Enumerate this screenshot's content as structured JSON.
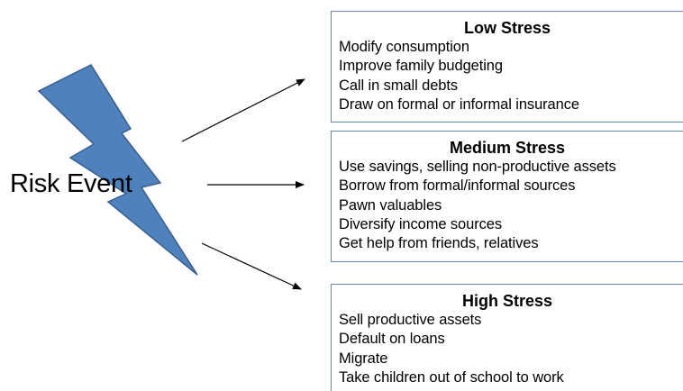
{
  "risk_event": {
    "label": "Risk Event",
    "bolt_color": "#4f81bd",
    "bolt_outline": "#3b5f8c"
  },
  "arrow_color": "#000000",
  "box_border_color": "#5f86b5",
  "boxes": [
    {
      "title": "Low Stress",
      "items": [
        "Modify consumption",
        "Improve family budgeting",
        "Call in small debts",
        "Draw on formal or informal insurance"
      ]
    },
    {
      "title": "Medium Stress",
      "items": [
        "Use savings, selling non-productive assets",
        "Borrow from formal/informal sources",
        "Pawn valuables",
        "Diversify income sources",
        "Get help from friends, relatives"
      ]
    },
    {
      "title": "High Stress",
      "items": [
        "Sell productive assets",
        "Default on loans",
        "Migrate",
        "Take children out of school to work"
      ]
    }
  ]
}
